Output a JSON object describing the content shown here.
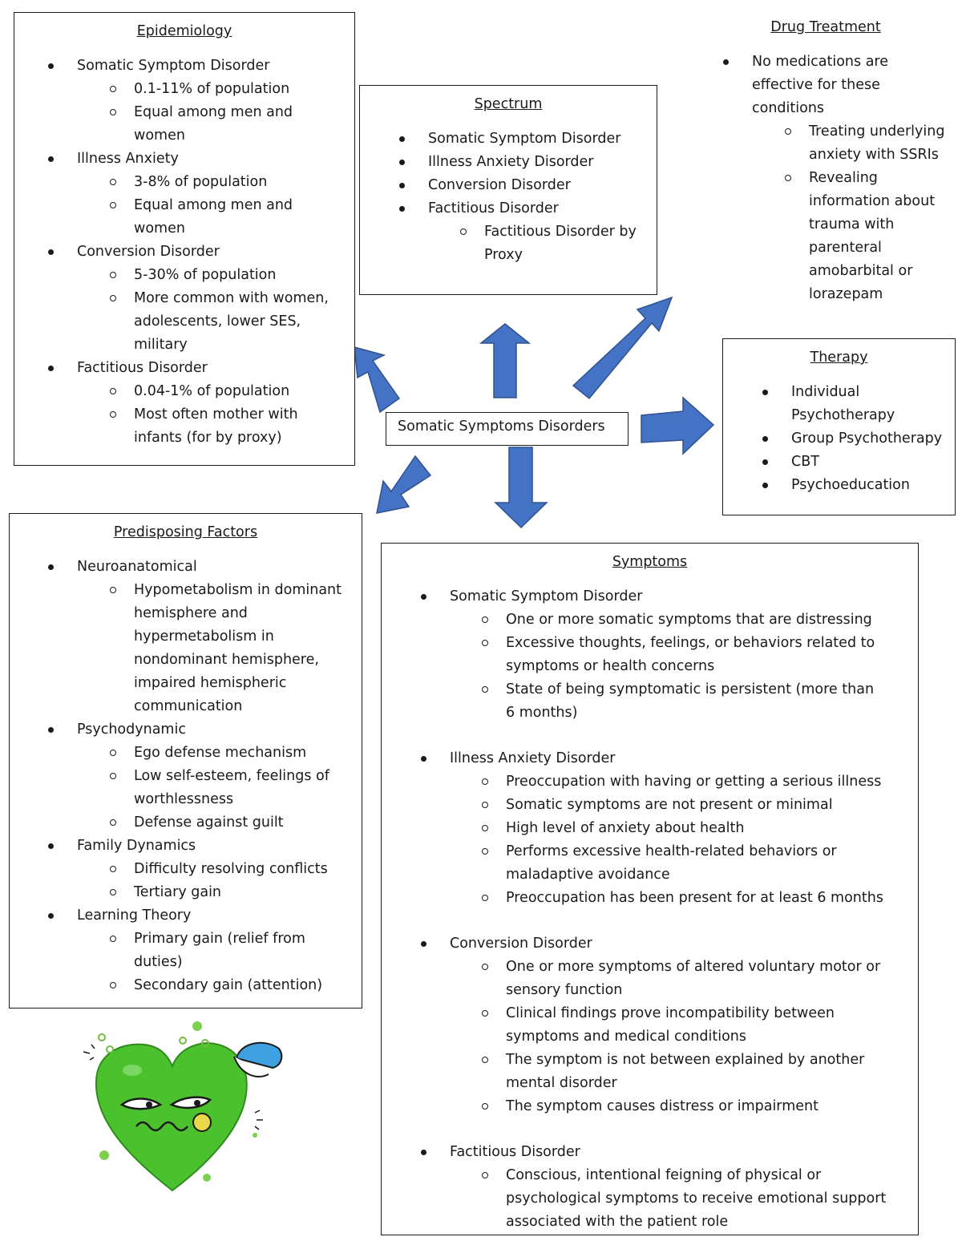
{
  "center": {
    "label": "Somatic Symptoms Disorders"
  },
  "epidemiology": {
    "title": "Epidemiology",
    "items": [
      {
        "label": "Somatic Symptom Disorder",
        "subs": [
          "0.1-11% of population",
          "Equal among men and women"
        ]
      },
      {
        "label": "Illness Anxiety",
        "subs": [
          "3-8% of population",
          "Equal among men and women"
        ]
      },
      {
        "label": "Conversion Disorder",
        "subs": [
          "5-30% of population",
          "More common with women, adolescents, lower SES, military"
        ]
      },
      {
        "label": "Factitious Disorder",
        "subs": [
          "0.04-1% of population",
          "Most often mother with infants (for by proxy)"
        ]
      }
    ]
  },
  "spectrum": {
    "title": "Spectrum",
    "items": [
      {
        "label": "Somatic Symptom Disorder",
        "subs": []
      },
      {
        "label": "Illness Anxiety Disorder",
        "subs": []
      },
      {
        "label": "Conversion Disorder",
        "subs": []
      },
      {
        "label": "Factitious Disorder",
        "subs": [
          "Factitious Disorder by Proxy"
        ]
      }
    ]
  },
  "drug_treatment": {
    "title": "Drug Treatment",
    "items": [
      {
        "label": "No medications are effective for these conditions",
        "subs": [
          "Treating underlying anxiety with SSRIs",
          "Revealing information about trauma with parenteral amobarbital or lorazepam"
        ]
      }
    ]
  },
  "therapy": {
    "title": "Therapy",
    "items": [
      {
        "label": "Individual Psychotherapy",
        "subs": []
      },
      {
        "label": "Group Psychotherapy",
        "subs": []
      },
      {
        "label": "CBT",
        "subs": []
      },
      {
        "label": "Psychoeducation",
        "subs": []
      }
    ]
  },
  "predisposing": {
    "title": "Predisposing Factors",
    "items": [
      {
        "label": "Neuroanatomical",
        "subs": [
          "Hypometabolism in dominant hemisphere and hypermetabolism in nondominant hemisphere, impaired hemispheric communication"
        ]
      },
      {
        "label": "Psychodynamic",
        "subs": [
          "Ego defense mechanism",
          "Low self-esteem, feelings of worthlessness",
          "Defense against guilt"
        ]
      },
      {
        "label": "Family Dynamics",
        "subs": [
          "Difficulty resolving conflicts",
          "Tertiary gain"
        ]
      },
      {
        "label": "Learning Theory",
        "subs": [
          "Primary gain (relief from duties)",
          "Secondary gain (attention)"
        ]
      }
    ]
  },
  "symptoms": {
    "title": "Symptoms",
    "items": [
      {
        "label": "Somatic Symptom Disorder",
        "subs": [
          "One or more somatic symptoms that are distressing",
          "Excessive thoughts, feelings, or behaviors related to symptoms or health concerns",
          "State of being symptomatic is persistent (more than 6 months)"
        ]
      },
      {
        "label": "Illness Anxiety Disorder",
        "subs": [
          "Preoccupation with having or getting a serious illness",
          "Somatic symptoms are not present or minimal",
          "High level of anxiety about health",
          "Performs excessive health-related behaviors or maladaptive avoidance",
          "Preoccupation has been present for at least 6 months"
        ]
      },
      {
        "label": "Conversion Disorder",
        "subs": [
          "One or more symptoms of altered voluntary motor or sensory function",
          "Clinical findings prove incompatibility between symptoms and medical conditions",
          "The symptom is not between explained by another mental disorder",
          "The symptom causes distress or impairment"
        ]
      },
      {
        "label": "Factitious Disorder",
        "subs": [
          "Conscious, intentional feigning of physical or psychological symptoms to receive emotional support associated with the patient role"
        ]
      }
    ]
  },
  "colors": {
    "arrow_fill": "#4472c4",
    "arrow_stroke": "#2f528f",
    "heart": "#4cc12e",
    "heart_dark": "#2e8b1c",
    "cap": "#3fa1e0"
  }
}
